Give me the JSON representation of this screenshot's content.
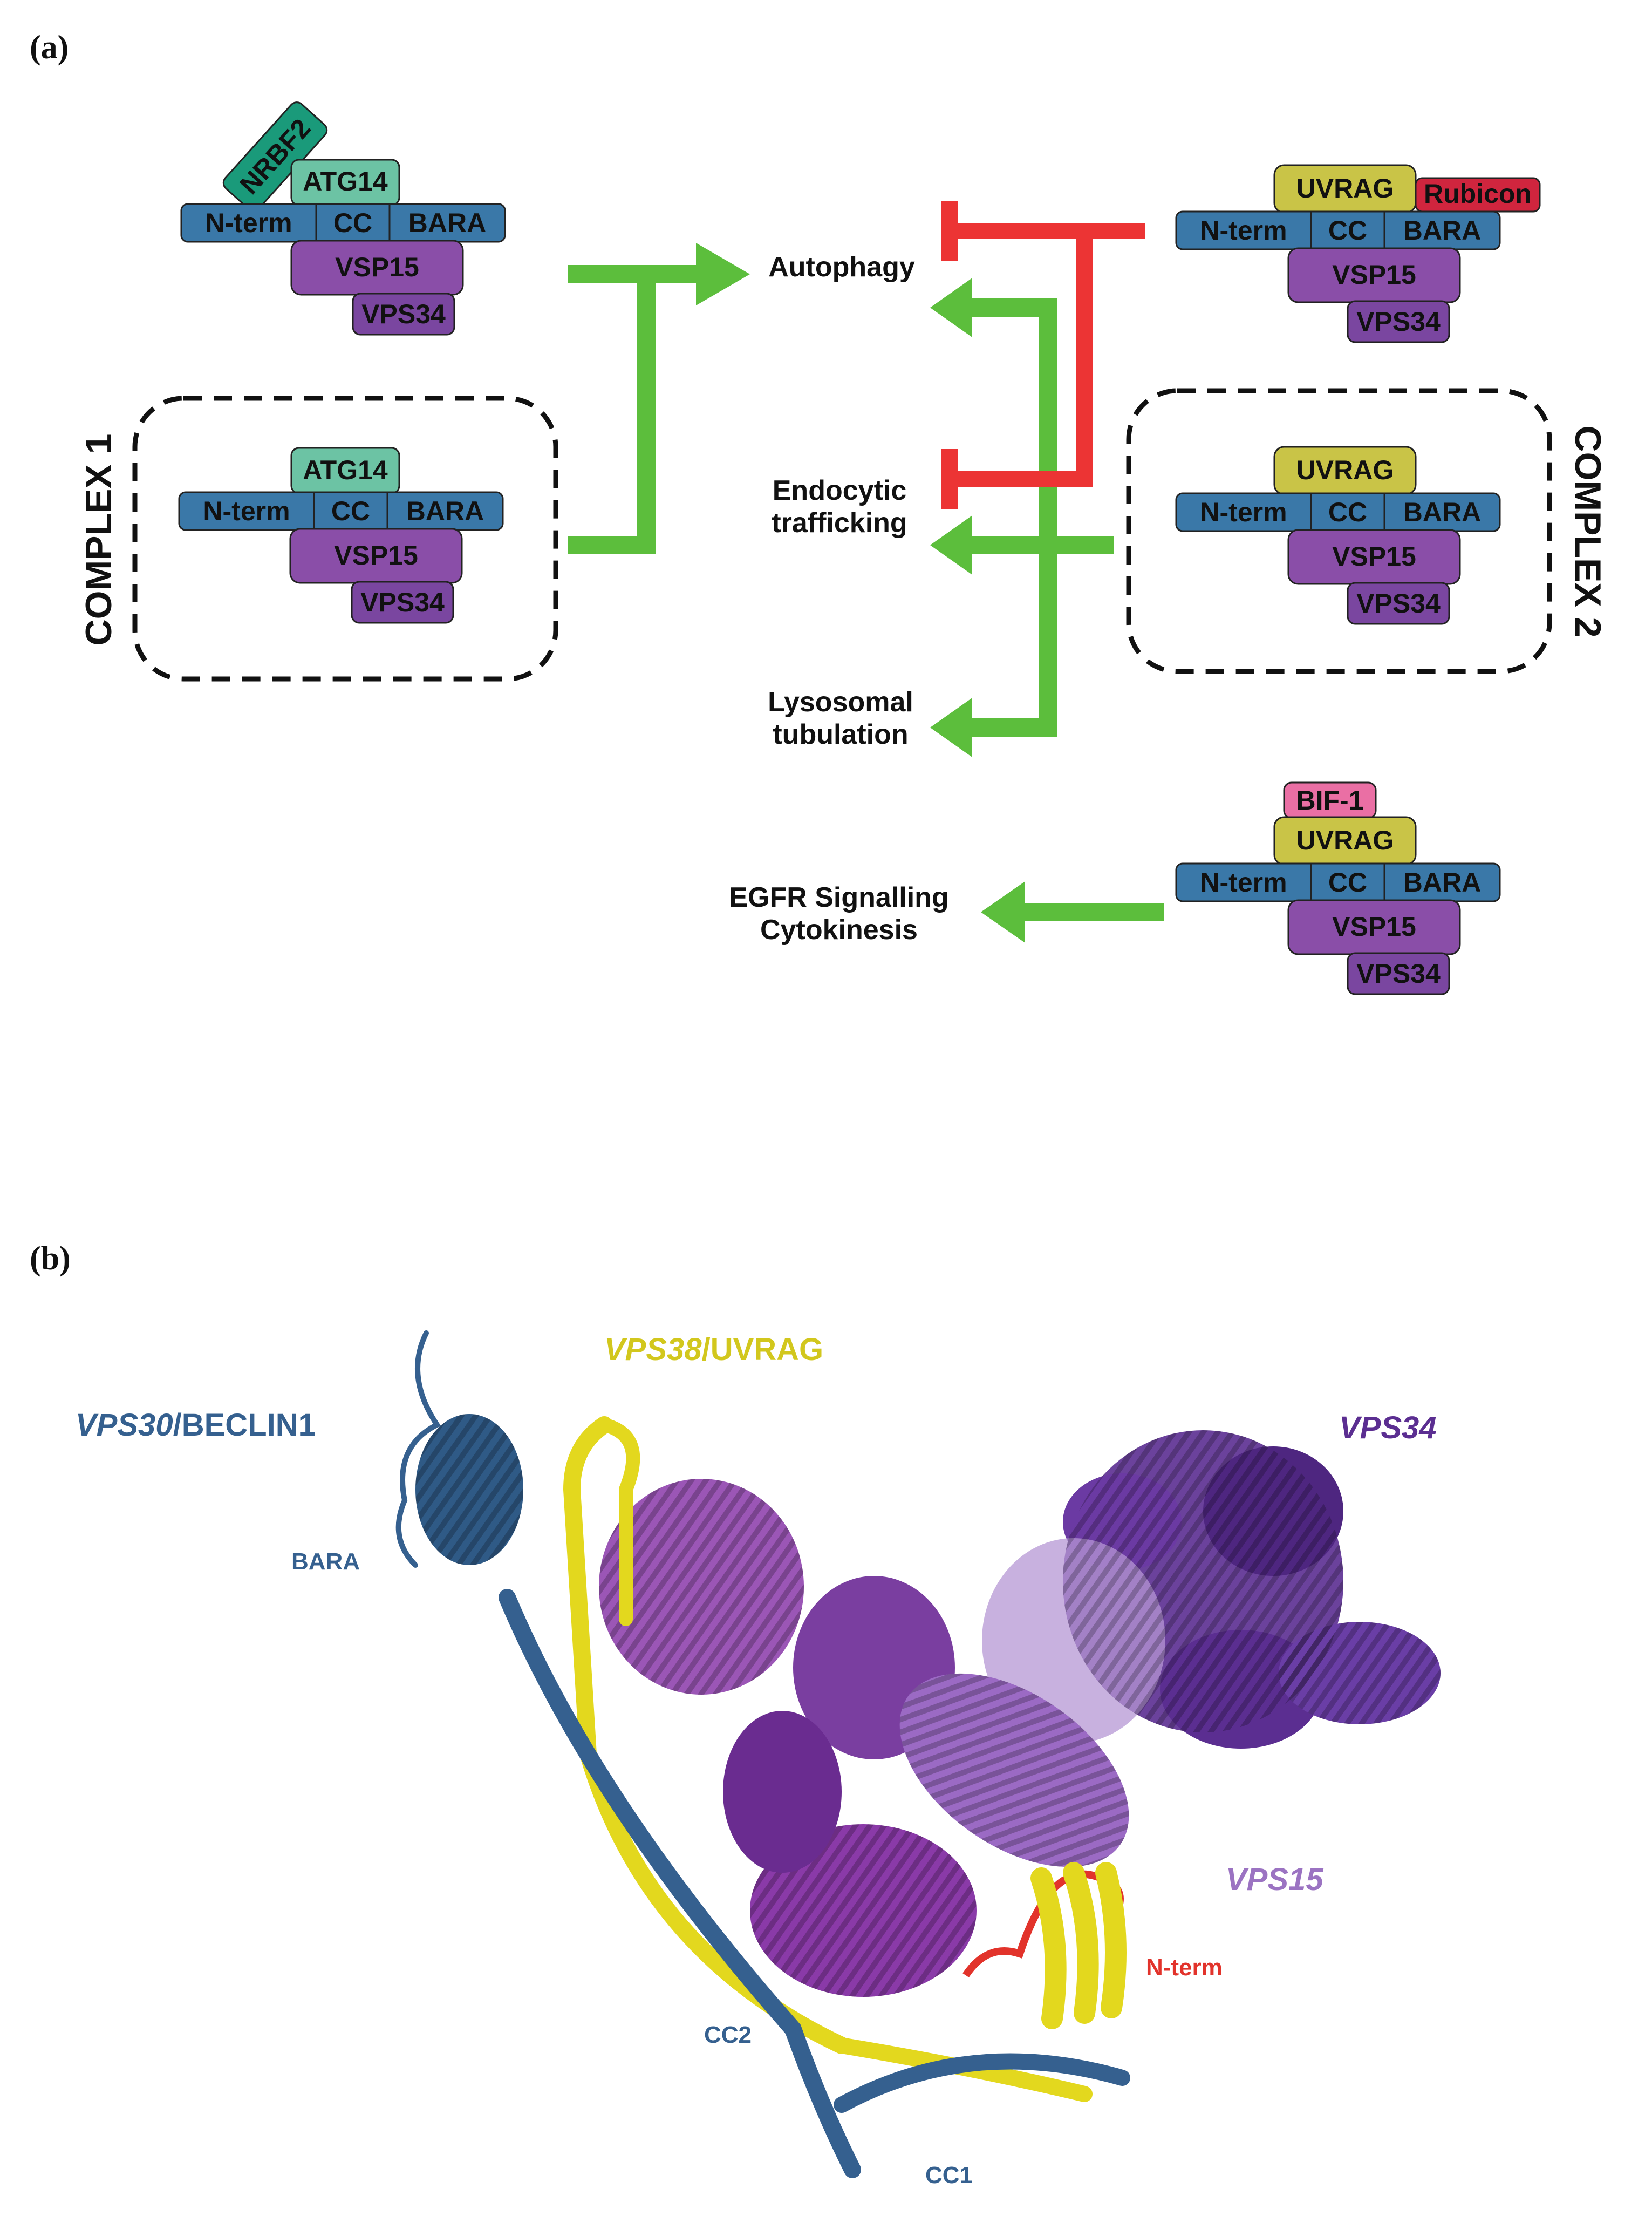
{
  "panel_a": {
    "label": "(a)",
    "complex1_label": "COMPLEX 1",
    "complex2_label": "COMPLEX 2",
    "domains": {
      "nterm": "N-term",
      "cc": "CC",
      "bara": "BARA"
    },
    "subunits": {
      "nrbf2": "NRBF2",
      "atg14": "ATG14",
      "uvrag": "UVRAG",
      "rubicon": "Rubicon",
      "bif1": "BIF-1",
      "vsp15": "VSP15",
      "vps34": "VPS34"
    },
    "processes": {
      "autophagy": "Autophagy",
      "endocytic_line1": "Endocytic",
      "endocytic_line2": "trafficking",
      "lysosomal_line1": "Lysosomal",
      "lysosomal_line2": "tubulation",
      "egfr_line1": "EGFR Signalling",
      "egfr_line2": "Cytokinesis"
    },
    "colors": {
      "beclin_domain": "#3a78a8",
      "vps15": "#8a4ea8",
      "vps34": "#7a46a0",
      "atg14": "#6cc3a4",
      "nrbf2": "#1a9a7a",
      "uvrag": "#c9c447",
      "rubicon": "#d0253e",
      "bif1": "#ea6fa4",
      "activate_arrow": "#5cbe3c",
      "inhibit_bar": "#ec3434"
    }
  },
  "panel_b": {
    "label": "(b)",
    "beclin_label_italic": "VPS30",
    "beclin_label_rest": "/BECLIN1",
    "uvrag_label_italic": "VPS38",
    "uvrag_label_rest": "/UVRAG",
    "vps34_label": "VPS34",
    "vps15_label": "VPS15",
    "bara_label": "BARA",
    "nterm_label": "N-term",
    "cc1_label": "CC1",
    "cc2_label": "CC2",
    "colors": {
      "beclin": "#35608f",
      "uvrag": "#e3d81e",
      "vps34": "#5b2e91",
      "vps15": "#9b73c2",
      "nterm": "#e2332b"
    }
  }
}
